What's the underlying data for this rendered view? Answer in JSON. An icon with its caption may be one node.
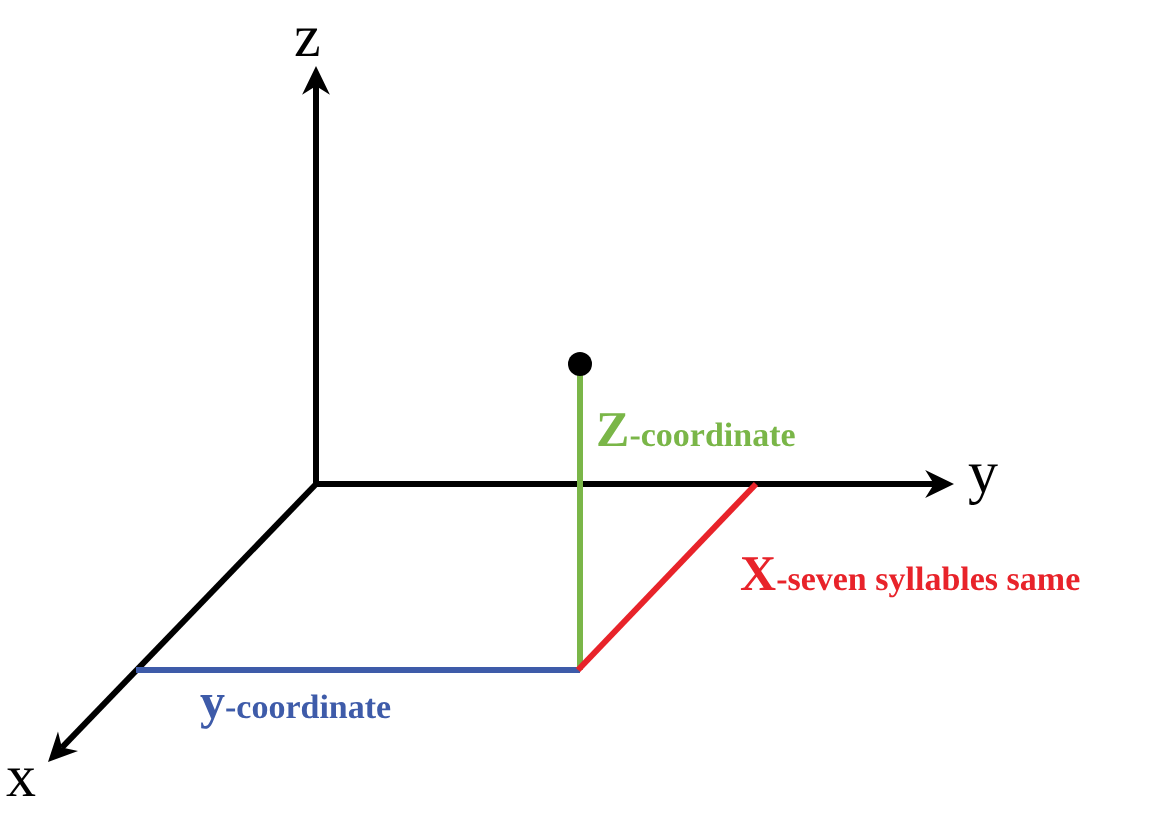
{
  "diagram": {
    "labels": [
      "z",
      "Z-coordinate",
      "y",
      "X-seven syllables same",
      "y-coordinate",
      "x"
    ]
  }
}
